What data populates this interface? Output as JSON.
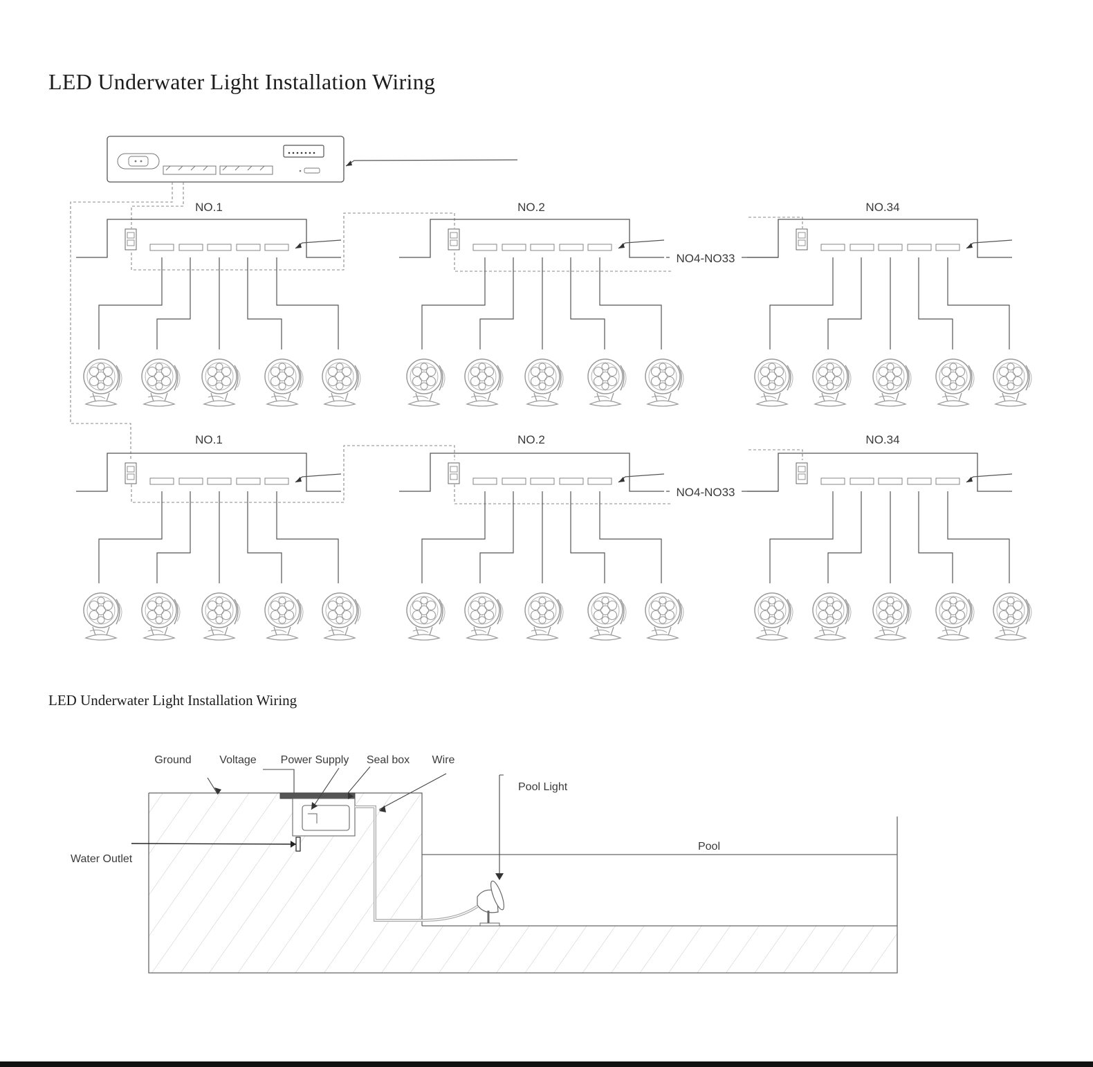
{
  "diagram1": {
    "title": "LED Underwater Light Installation Wiring",
    "controllers": [
      {
        "label": "NO.1"
      },
      {
        "label": "NO.2"
      },
      {
        "label": "NO.34"
      }
    ],
    "range_label": "NO4-NO33"
  },
  "diagram2": {
    "title": "LED Underwater Light Installation Wiring",
    "labels": {
      "ground": "Ground",
      "voltage": "Voltage",
      "power_supply": "Power Supply",
      "seal_box": "Seal box",
      "wire": "Wire",
      "pool_light": "Pool Light",
      "pool": "Pool",
      "water_outlet": "Water Outlet"
    }
  },
  "colors": {
    "line": "#555555",
    "dashed": "#8a8a8a",
    "lamp": "#9a9a9a",
    "text": "#3a3a3a"
  }
}
